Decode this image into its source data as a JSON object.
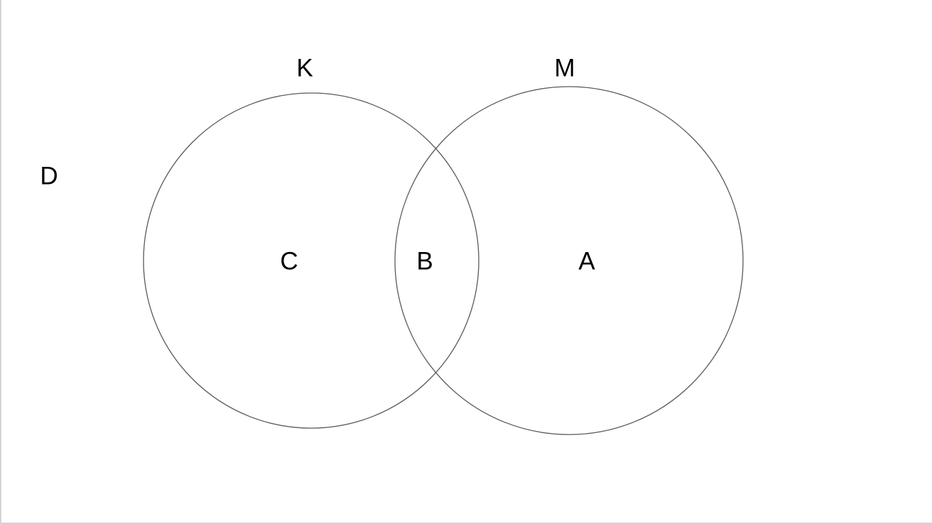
{
  "diagram": {
    "type": "venn",
    "sets": [
      {
        "label": "K"
      },
      {
        "label": "M"
      }
    ],
    "regions": {
      "outside": "D",
      "only_first": "C",
      "intersection": "B",
      "only_second": "A"
    }
  }
}
